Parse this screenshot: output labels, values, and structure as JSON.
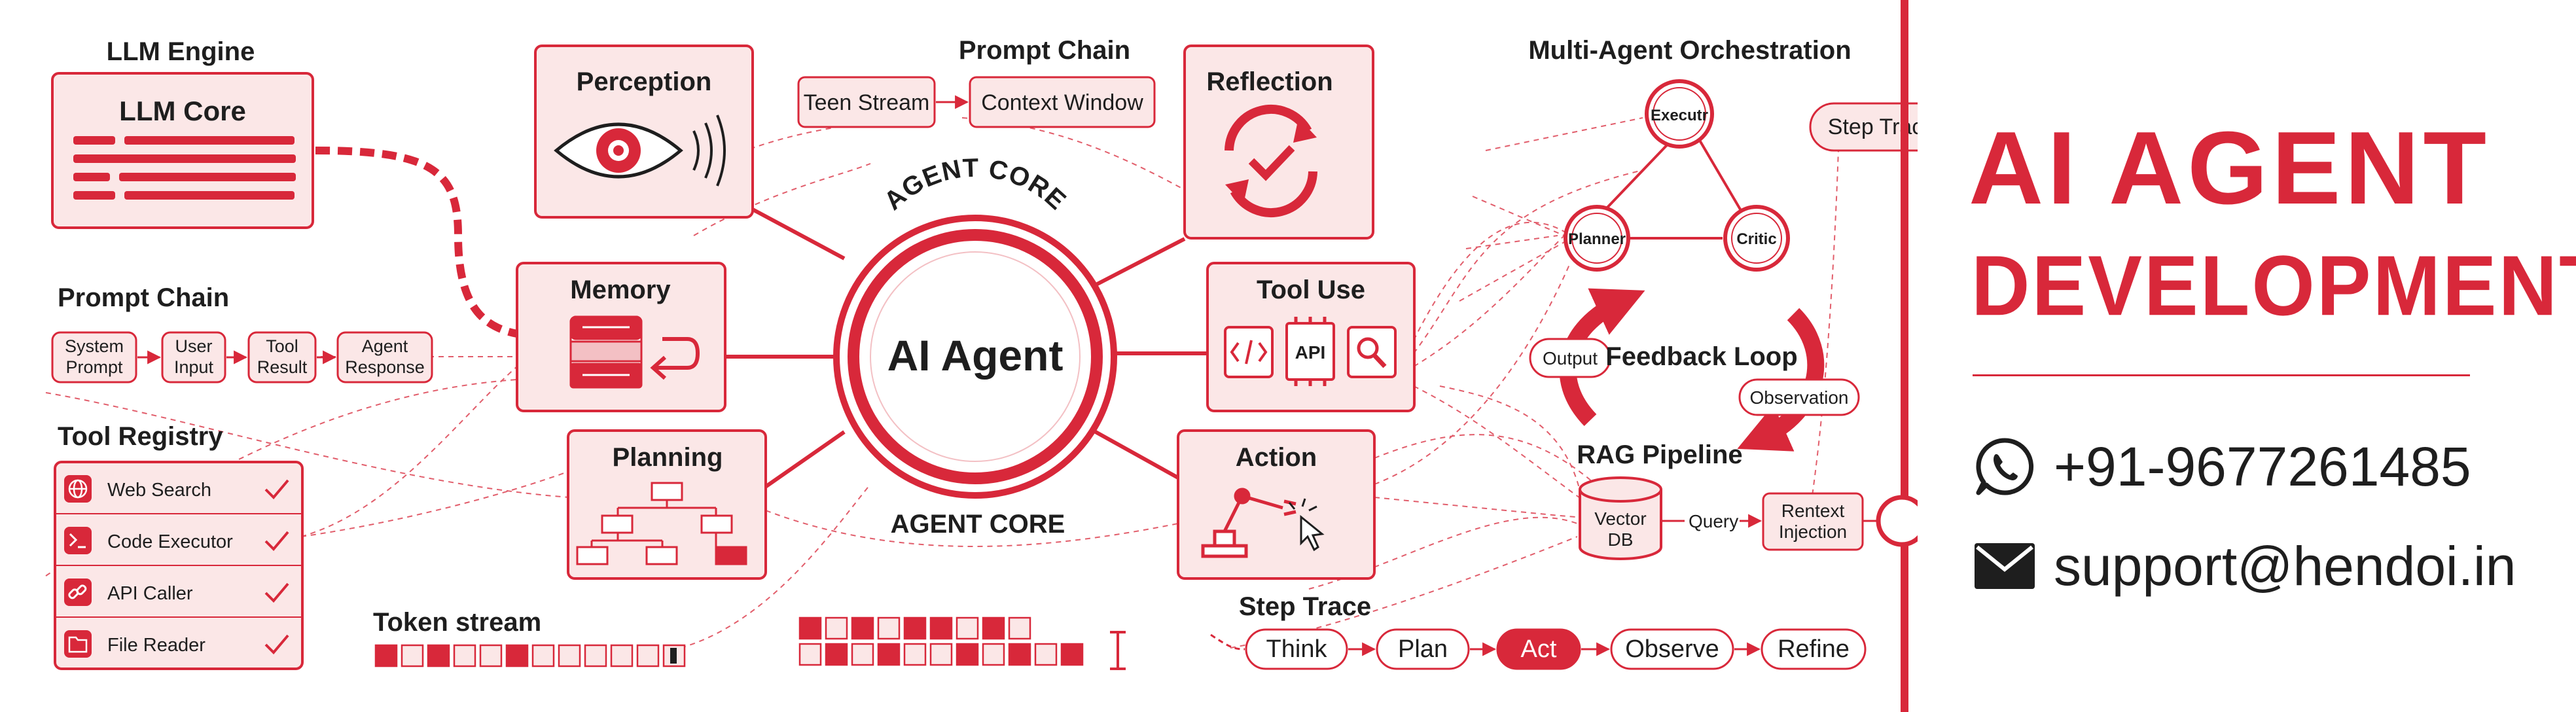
{
  "colors": {
    "accent": "#d8283a",
    "panel_fill": "#fbe7e7",
    "dark": "#1e1e1e"
  },
  "llm_engine": {
    "heading": "LLM Engine",
    "core_label": "LLM Core"
  },
  "prompt_chain_left": {
    "heading": "Prompt Chain",
    "steps": [
      {
        "line1": "System",
        "line2": "Prompt"
      },
      {
        "line1": "User",
        "line2": "Input"
      },
      {
        "line1": "Tool",
        "line2": "Result"
      },
      {
        "line1": "Agent",
        "line2": "Response"
      }
    ]
  },
  "tool_registry": {
    "heading": "Tool Registry",
    "items": [
      {
        "label": "Web Search",
        "icon": "globe-icon"
      },
      {
        "label": "Code Executor",
        "icon": "terminal-icon"
      },
      {
        "label": "API Caller",
        "icon": "link-icon"
      },
      {
        "label": "File Reader",
        "icon": "folder-icon"
      }
    ]
  },
  "token_stream": {
    "heading": "Token stream"
  },
  "modules": {
    "perception": "Perception",
    "memory": "Memory",
    "planning": "Planning",
    "reflection": "Reflection",
    "tool_use": "Tool Use",
    "tool_use_api": "API",
    "action": "Action"
  },
  "agent_core": {
    "top_label": "AGENT CORE",
    "center": "AI Agent",
    "bottom_label": "AGENT CORE"
  },
  "prompt_chain_top": {
    "heading": "Prompt Chain",
    "items": [
      "Teen Stream",
      "Context Window"
    ]
  },
  "multi_agent": {
    "heading": "Multi-Agent Orchestration",
    "nodes": [
      "Executr",
      "Planner",
      "Critic"
    ],
    "step_trace_tag": "Step Trace"
  },
  "feedback": {
    "label": "Feedback Loop",
    "output": "Output",
    "observation": "Observation"
  },
  "rag": {
    "heading": "RAG Pipeline",
    "db_line1": "Vector",
    "db_line2": "DB",
    "query": "Query",
    "inj_line1": "Rentext",
    "inj_line2": "Injection"
  },
  "step_trace": {
    "heading": "Step Trace",
    "steps": [
      "Think",
      "Plan",
      "Act",
      "Observe",
      "Refine"
    ],
    "active": "Act"
  },
  "branding": {
    "title_line1": "AI AGENT",
    "title_line2": "DEVELOPMENT"
  },
  "contact": {
    "phone": "+91-9677261485",
    "phone_icon": "whatsapp-icon",
    "email": "support@hendoi.in",
    "email_icon": "envelope-icon"
  }
}
